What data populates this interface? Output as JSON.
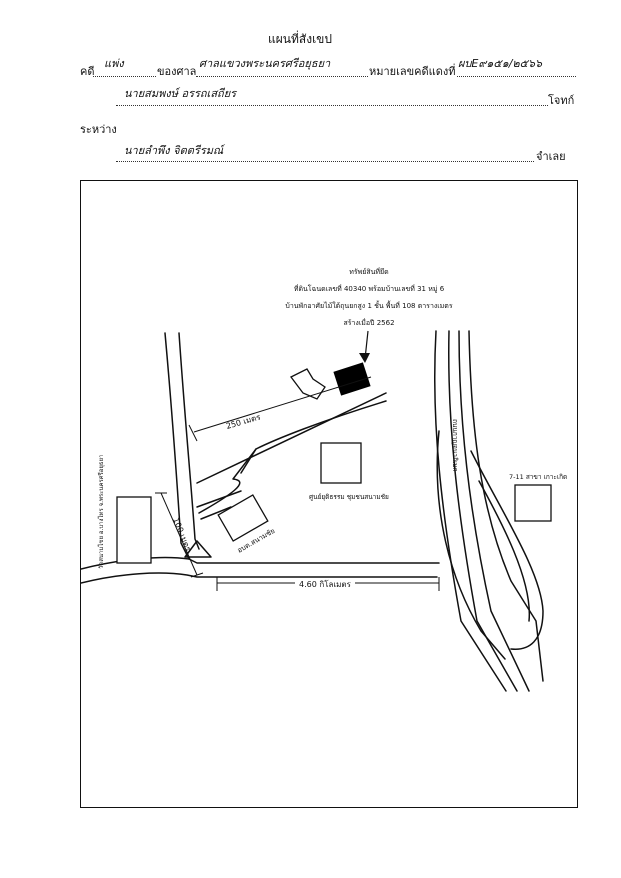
{
  "header": {
    "title": "แผนที่สังเขป",
    "case_label": "คดี",
    "case_type": "แพ่ง",
    "court_label": "ของศาล",
    "court_name": "ศาลแขวงพระนครศรีอยุธยา",
    "case_no_label": "หมายเลขคดีแดงที่",
    "case_no": "ผบE๙๑๕๑/๒๕๖๖",
    "plaintiff_name": "นายสมพงษ์ อรรถเสถียร",
    "plaintiff_role": "โจทก์",
    "between_label": "ระหว่าง",
    "defendant_name": "นายลำพึง จิตตรีรมณ์",
    "defendant_role": "จำเลย"
  },
  "map": {
    "property_info": [
      "ทรัพย์สินที่ยึด",
      "ที่ดินโฉนดเลขที่ 40340 พร้อมบ้านเลขที่ 31 หมู่ 6",
      "บ้านพักอาศัยไม้ใต้ถุนยกสูง 1 ชั้น พื้นที่ 108 ตารางเมตร",
      "สร้างเมื่อปี 2562"
    ],
    "labels": {
      "dist_250": "250 เมตร",
      "dist_100": "100 เมตร",
      "dist_460": "4.60 กิโลเมตร",
      "wat": "วัดสนามไชย อ.บางไทร จ.พระนครศรีอยุธยา",
      "center": "ศูนย์ยุติธรรม ชุมชนสนามชัย",
      "obt": "อบต.สนามชัย",
      "seven": "7-11 สาขา เกาะเกิด",
      "highway": "ถนนกาญจนาภิเษก"
    },
    "colors": {
      "line": "#111111",
      "property": "#000000"
    }
  }
}
